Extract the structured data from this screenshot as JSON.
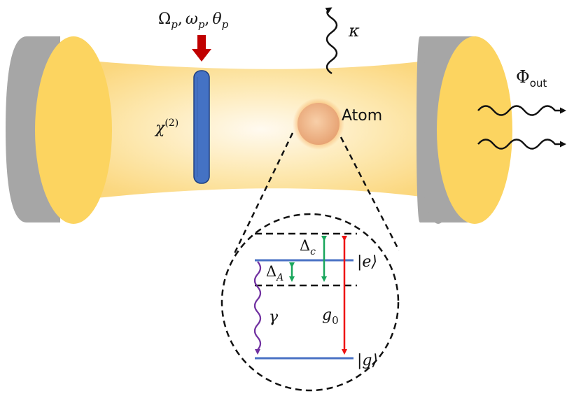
{
  "labels": {
    "pump_omega": "Ω",
    "pump_omega_sub": "p",
    "pump_sep1": ",",
    "pump_w": "ω",
    "pump_w_sub": "p",
    "pump_sep2": ",",
    "pump_theta": "θ",
    "pump_theta_sub": "p",
    "chi": "χ",
    "chi_sup": "(2)",
    "kappa": "κ",
    "atom": "Atom",
    "phi": "Φ",
    "phi_sub": "out",
    "delta_c": "Δ",
    "delta_c_sub": "c",
    "delta_a": "Δ",
    "delta_a_sub": "A",
    "ket_e": "|e⟩",
    "ket_g": "|g⟩",
    "gamma": "γ",
    "g0": "g",
    "g0_sub": "0"
  },
  "colors": {
    "mirror_face": "#fcd460",
    "mirror_rim": "#a6a6a6",
    "beam": "#fde3a0",
    "crystal": "#4472c4",
    "pump_arrow": "#c00000",
    "atom_core": "#f2b58a",
    "atom_glow": "#f59a3c",
    "level_line": "#4a72c4",
    "delta_arrow": "#19a65c",
    "g0_arrow": "#ee1111",
    "gamma_wave": "#7030a0"
  }
}
